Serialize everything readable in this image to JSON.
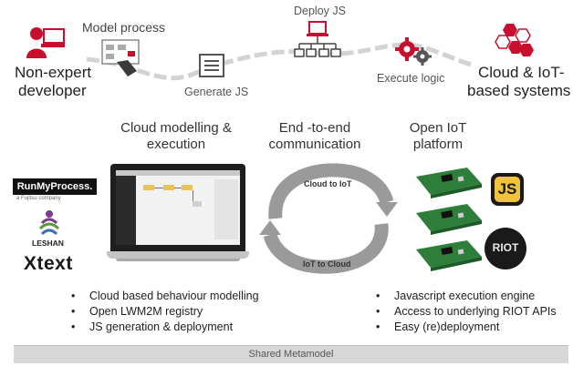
{
  "workflow": {
    "developer_line1": "Non-expert",
    "developer_line2": "developer",
    "model_process": "Model process",
    "generate_js": "Generate JS",
    "deploy_js": "Deploy JS",
    "execute_logic": "Execute logic",
    "cloud_line1": "Cloud & IoT-",
    "cloud_line2": "based systems"
  },
  "columns": {
    "cloud_line1": "Cloud modelling &",
    "cloud_line2": "execution",
    "comm_line1": "End -to-end",
    "comm_line2": "communication",
    "iot_line1": "Open IoT",
    "iot_line2": "platform"
  },
  "arrows": {
    "top": "Cloud to IoT",
    "bottom": "IoT to Cloud"
  },
  "logos": {
    "runmyprocess": "RunMyProcess.",
    "runmyprocess_sub": "a Fujitsu company",
    "leshan": "LESHAN",
    "xtext": "Xtext",
    "js": "JS",
    "riot": "RIOT"
  },
  "bullets_left": [
    "Cloud based behaviour modelling",
    "Open LWM2M registry",
    "JS generation & deployment"
  ],
  "bullets_right": [
    "Javascript execution engine",
    "Access to underlying RIOT APIs",
    "Easy (re)deployment"
  ],
  "footer": "Shared Metamodel",
  "colors": {
    "accent_red": "#c8102e",
    "dash_gray": "#d0d0d0",
    "pcb_green": "#2f7d3a",
    "footer_bg": "#d7d7d7"
  }
}
